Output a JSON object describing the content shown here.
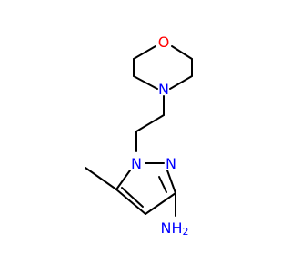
{
  "atoms": {
    "oxygen": {
      "label": "O",
      "color": "#ff0000"
    },
    "morpholine_nitrogen": {
      "label": "N",
      "color": "#0000ff"
    },
    "pyrazole_n1": {
      "label": "N",
      "color": "#0000ff"
    },
    "pyrazole_n2": {
      "label": "N",
      "color": "#0000ff"
    },
    "amine": {
      "label": "NH",
      "subscript": "2",
      "color": "#0000ff"
    }
  },
  "colors": {
    "bond": "#000000",
    "background": "#ffffff"
  }
}
